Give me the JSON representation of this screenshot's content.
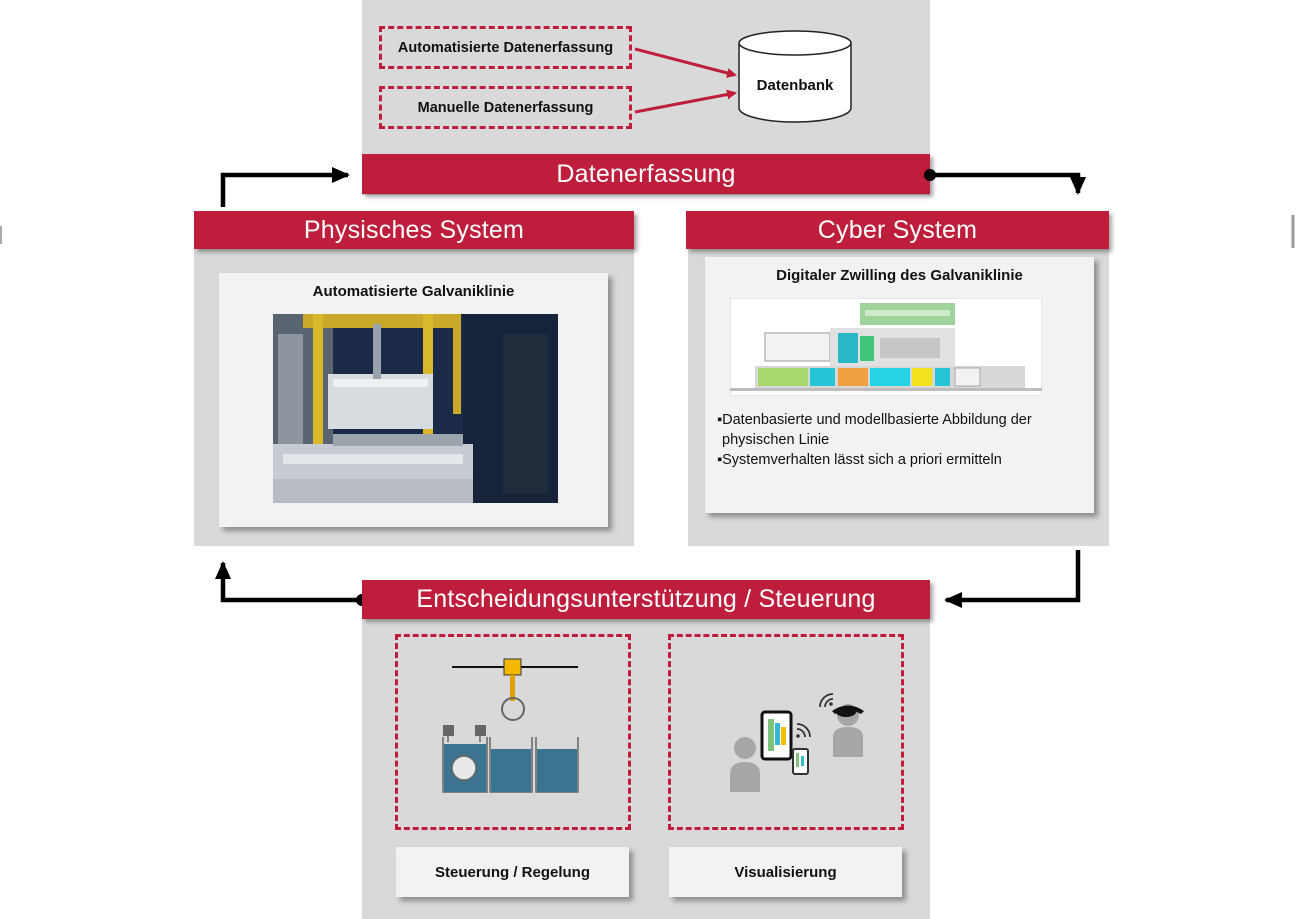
{
  "top": {
    "auto_label": "Automatisierte Datenerfassung",
    "manual_label": "Manuelle Datenerfassung",
    "db_label": "Datenbank",
    "bar_label": "Datenerfassung"
  },
  "physical": {
    "title": "Physisches System",
    "card_title": "Automatisierte Galvaniklinie"
  },
  "cyber": {
    "title": "Cyber System",
    "card_title": "Digitaler Zwilling des Galvaniklinie",
    "bullets": [
      "▪Datenbasierte und modellbasierte Abbildung der",
      "physischen Linie",
      "▪Systemverhalten lässt sich a priori ermitteln"
    ]
  },
  "bottom": {
    "bar_label": "Entscheidungsunterstützung / Steuerung",
    "left_label": "Steuerung / Regelung",
    "right_label": "Visualisierung"
  },
  "colors": {
    "accent": "#be1e3c",
    "panel": "#d9d9d9",
    "card": "#f2f2f2",
    "tank": "#3a7490"
  }
}
